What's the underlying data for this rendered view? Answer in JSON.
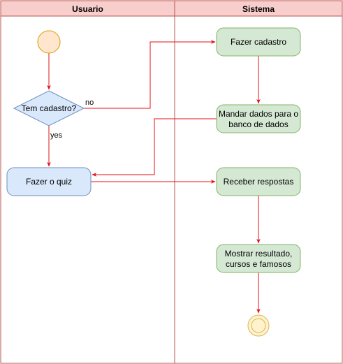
{
  "colors": {
    "lane_border": "#b85450",
    "lane_header": "#f8cecc",
    "edge": "#e0101a",
    "start_fill": "#ffe6cc",
    "start_stroke": "#d79b00",
    "decision_fill": "#dae8fc",
    "decision_stroke": "#6c8ebf",
    "action_blue_fill": "#dae8fc",
    "action_blue_stroke": "#6c8ebf",
    "action_green_fill": "#d5e8d4",
    "action_green_stroke": "#82b366",
    "end_fill": "#fff2cc",
    "end_stroke": "#d6b656"
  },
  "lanes": {
    "usuario": {
      "title": "Usuario"
    },
    "sistema": {
      "title": "Sistema"
    }
  },
  "nodes": {
    "decision": {
      "label": "Tem cadastro?"
    },
    "quiz": {
      "label": "Fazer o quiz"
    },
    "cadastro": {
      "label": "Fazer cadastro"
    },
    "mandar": {
      "line1": "Mandar dados para o",
      "line2": "banco de dados"
    },
    "receber": {
      "label": "Receber respostas"
    },
    "mostrar": {
      "line1": "Mostrar resultado,",
      "line2": "cursos e famosos"
    }
  },
  "edges": {
    "no_label": "no",
    "yes_label": "yes"
  }
}
